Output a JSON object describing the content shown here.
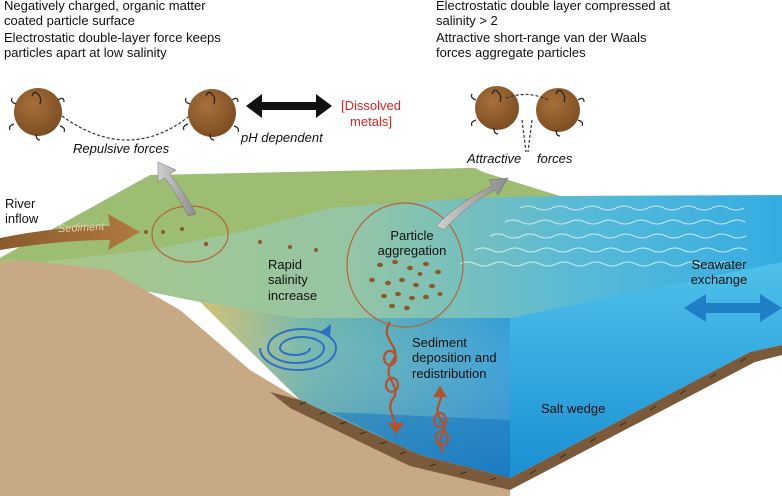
{
  "top_left": {
    "line1": "Negatively charged, organic matter",
    "line2": "coated particle surface",
    "line3": "Electrostatic double-layer force keeps",
    "line4": "particles apart at low salinity"
  },
  "top_right": {
    "line1": "Electrostatic double layer compressed at",
    "line2": "salinity > 2",
    "line3": "Attractive short-range van der Waals",
    "line4": "forces aggregate particles"
  },
  "repulsive_label": "Repulsive forces",
  "ph_label": "pH dependent",
  "dissolved_metals": {
    "line1": "[Dissolved",
    "line2": "metals]"
  },
  "attractive_label": {
    "part1": "Attractive",
    "part2": "forces"
  },
  "river_inflow": {
    "line1": "River",
    "line2": "inflow"
  },
  "sediment_arrow_label": "Sediment",
  "rapid_salinity": {
    "line1": "Rapid",
    "line2": "salinity",
    "line3": "increase"
  },
  "particle_aggregation": {
    "line1": "Particle",
    "line2": "aggregation"
  },
  "seawater_exchange": {
    "line1": "Seawater",
    "line2": "exchange"
  },
  "sediment_deposition": {
    "line1": "Sediment",
    "line2": "deposition and",
    "line3": "redistribution"
  },
  "salt_wedge": "Salt wedge",
  "colors": {
    "particle": "#8b5a2b",
    "land": "#c8a986",
    "water": "#2aa3dc",
    "green_plane": "#9dbf78",
    "red_text": "#d22222",
    "blue_arrow": "#1f7fc6"
  }
}
